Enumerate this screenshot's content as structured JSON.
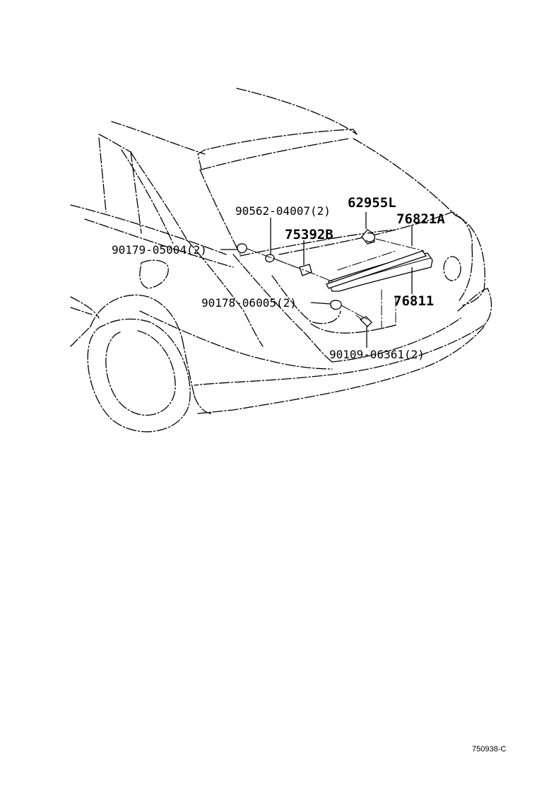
{
  "parts": {
    "p62955L": "62955L",
    "p76821A": "76821A",
    "p75392B": "75392B",
    "p76811": "76811",
    "p90562": "90562-04007(2)",
    "p90179": "90179-05004(2)",
    "p90178": "90178-06005(2)",
    "p90109": "90109-06361(2)"
  },
  "drawing_code": "750938-C"
}
